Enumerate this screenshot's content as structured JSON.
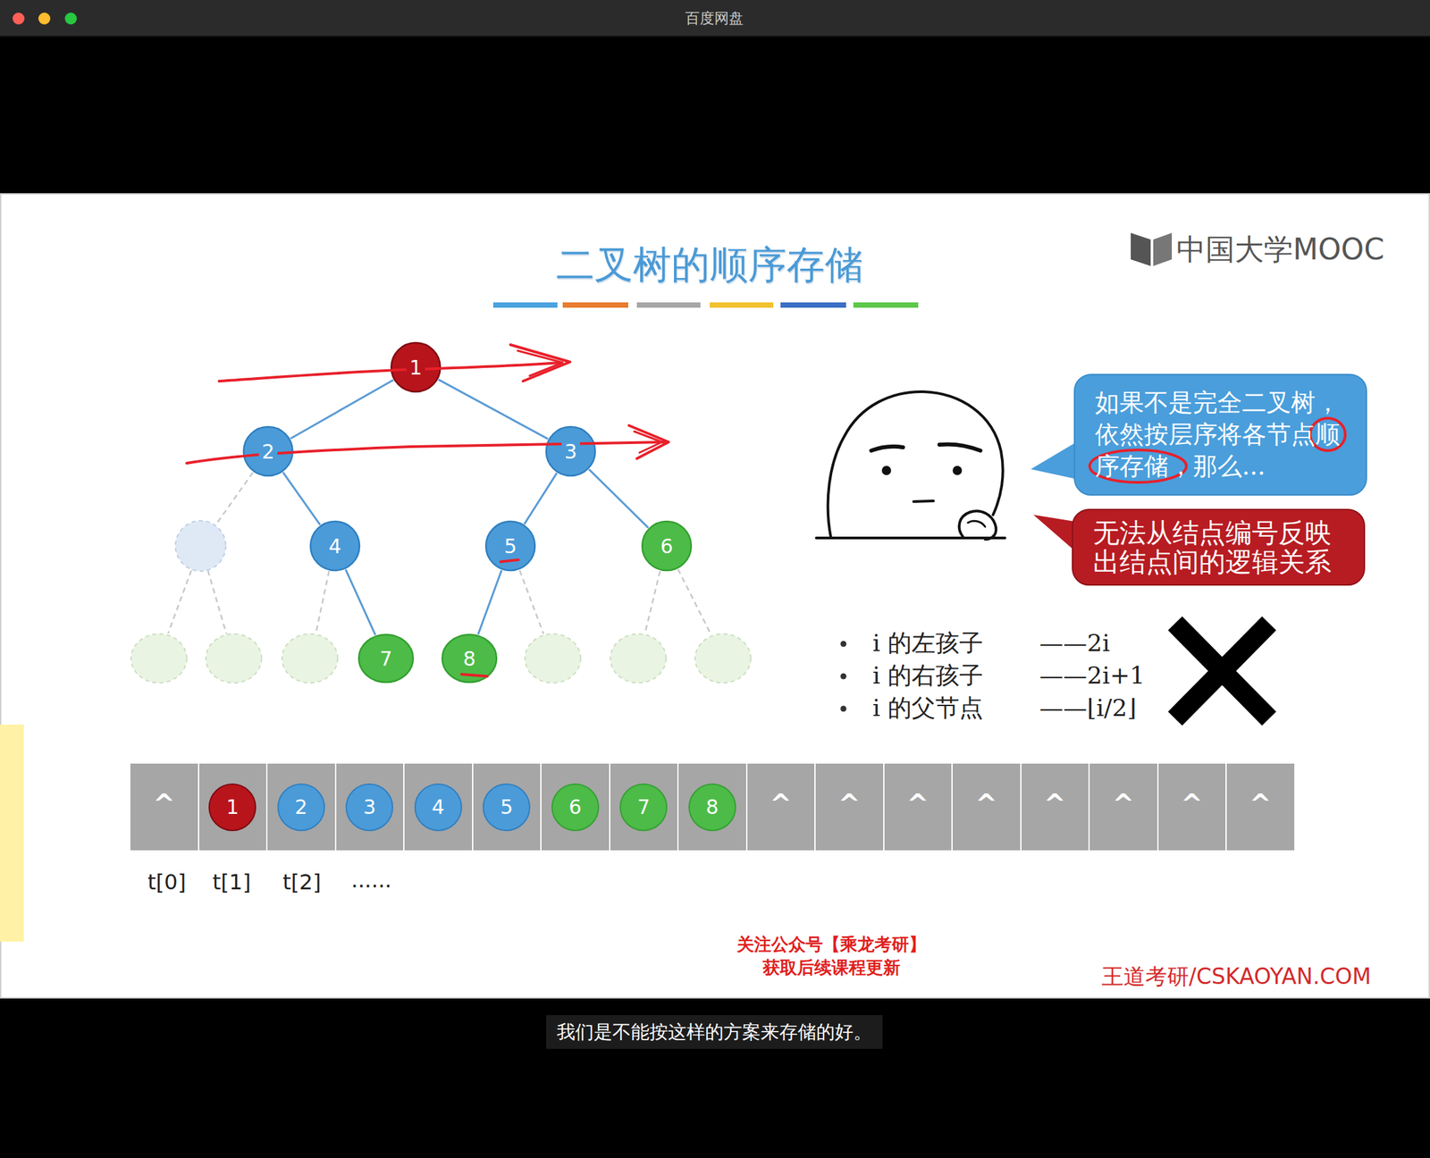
{
  "diagram": {
    "title": "二叉树的顺序存储",
    "caption": "我们是不能按这样的方案来存储的好。",
    "nodes": [
      {
        "text": [
          "1"
        ]
      },
      {
        "text": [
          "2"
        ]
      },
      {
        "text": [
          "3"
        ]
      },
      {
        "text": [
          "4"
        ]
      },
      {
        "text": [
          "5"
        ]
      },
      {
        "text": [
          "6"
        ]
      },
      {
        "text": [
          "7"
        ]
      },
      {
        "text": [
          "8"
        ]
      },
      {
        "text": [
          "如果不是完全二叉树，依然按层序将各节点顺序存储，那么..."
        ]
      },
      {
        "text": [
          "无法从结点编号反映出结点间的逻辑关系"
        ]
      },
      {
        "text": [
          "^"
        ]
      },
      {
        "text": [
          "1"
        ]
      },
      {
        "text": [
          "2"
        ]
      },
      {
        "text": [
          "3"
        ]
      },
      {
        "text": [
          "4"
        ]
      },
      {
        "text": [
          "5"
        ]
      },
      {
        "text": [
          "6"
        ]
      },
      {
        "text": [
          "7"
        ]
      },
      {
        "text": [
          "8"
        ]
      },
      {
        "text": [
          "^"
        ]
      },
      {
        "text": [
          "^"
        ]
      },
      {
        "text": [
          "^"
        ]
      },
      {
        "text": [
          "^"
        ]
      },
      {
        "text": [
          "^"
        ]
      },
      {
        "text": [
          "^"
        ]
      },
      {
        "text": [
          "^"
        ]
      },
      {
        "text": [
          "^"
        ]
      }
    ],
    "edges": [
      {
        "from": 0,
        "to": 1,
        "arrow": "none"
      },
      {
        "from": 0,
        "to": 2,
        "arrow": "none"
      },
      {
        "from": 1,
        "to": 3,
        "arrow": "none"
      },
      {
        "from": 2,
        "to": 4,
        "arrow": "none"
      },
      {
        "from": 2,
        "to": 5,
        "arrow": "none"
      },
      {
        "from": 3,
        "to": 6,
        "arrow": "none"
      },
      {
        "from": 4,
        "to": 7,
        "arrow": "none"
      }
    ],
    "labels": [
      "百度网盘",
      "中国大学MOOC",
      "i 的左孩子",
      "——2i",
      "i 的右孩子",
      "——2i+1",
      "i 的父节点",
      "——⌊i/2⌋",
      "t[0]",
      "t[1]",
      "t[2]",
      "......",
      "关注公众号【乘龙考研】",
      "获取后续课程更新",
      "王道考研/CSKAOYAN.COM"
    ]
  }
}
